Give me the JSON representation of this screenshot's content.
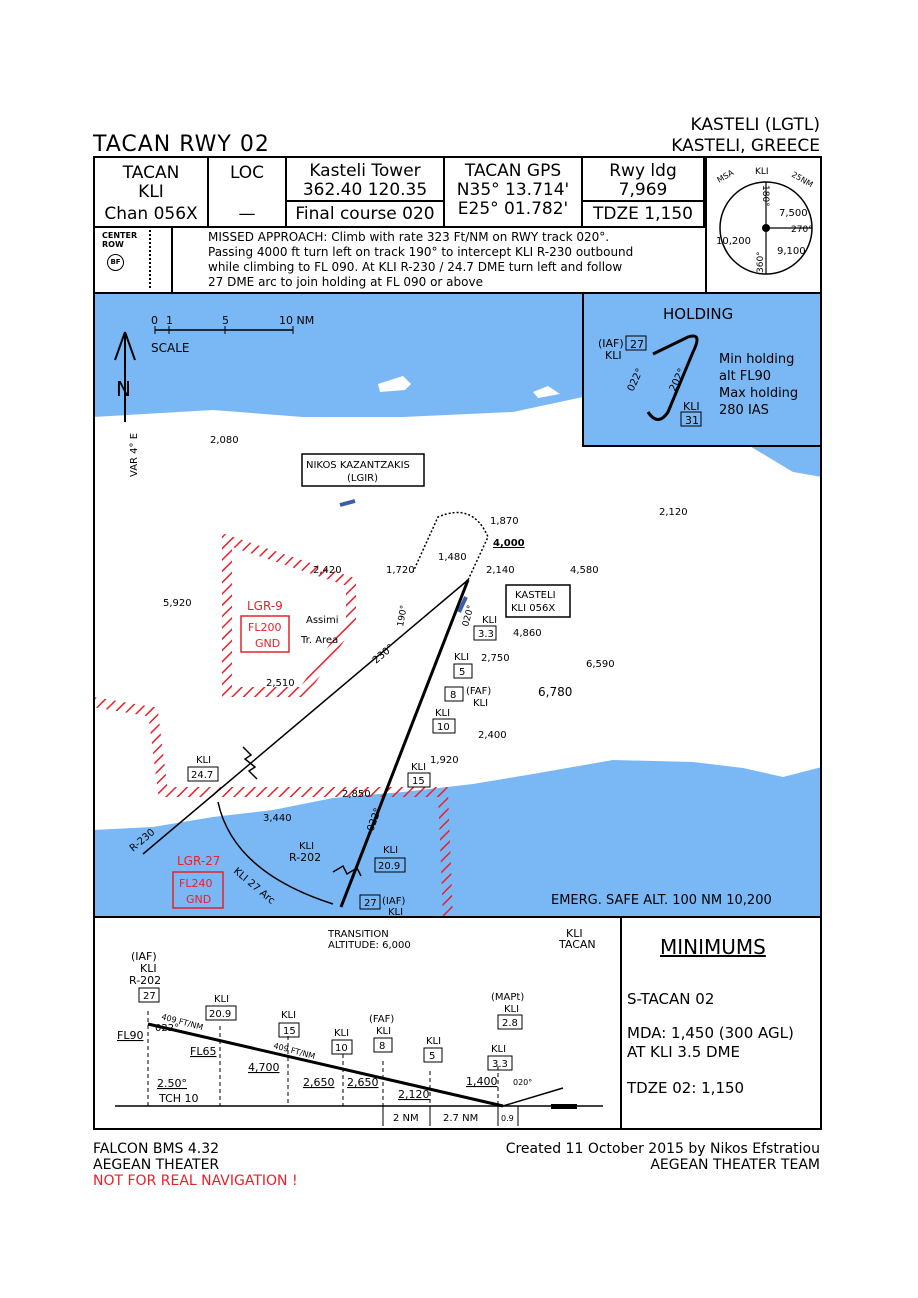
{
  "header": {
    "title": "TACAN RWY 02",
    "airport": "KASTELI (LGTL)",
    "location": "KASTELI, GREECE"
  },
  "info": {
    "nav_type": "TACAN",
    "nav_id": "KLI",
    "channel": "Chan 056X",
    "loc_label": "LOC",
    "loc_value": "—",
    "tower_name": "Kasteli Tower",
    "tower_freq": "362.40 120.35",
    "final_course": "Final course 020",
    "gps_label": "TACAN GPS",
    "gps_lat": "N35° 13.714'",
    "gps_lon": "E25° 01.782'",
    "rwy_label": "Rwy ldg",
    "rwy_length": "7,969",
    "tdze": "TDZE 1,150",
    "center_row": "CENTER\nROW",
    "bf": "BF",
    "missed_line1": "MISSED APPROACH: Climb with rate 323 Ft/NM on RWY track 020°.",
    "missed_line2": "Passing 4000 ft turn left on track 190° to intercept  KLI R-230 outbound",
    "missed_line3": "while climbing to FL 090. At KLI R-230 / 24.7 DME turn left and follow",
    "missed_line4": "27 DME arc to join holding at FL 090 or above"
  },
  "msa": {
    "label": "MSA",
    "id": "KLI",
    "radius": "25NM",
    "b180": "180°",
    "b270": "270°",
    "b360": "360°",
    "alt_ne": "7,500",
    "alt_w": "10,200",
    "alt_se": "9,100"
  },
  "map": {
    "scale_0": "0",
    "scale_1": "1",
    "scale_5": "5",
    "scale_10": "10 NM",
    "scale_label": "SCALE",
    "north": "N",
    "var": "VAR 4° E",
    "airport_box_1": "NIKOS KAZANTZAKIS",
    "airport_box_2": "(LGIR)",
    "kasteli_box_1": "KASTELI",
    "kasteli_box_2": "KLI 056X",
    "holding_title": "HOLDING",
    "holding_iaf": "(IAF)",
    "holding_kli": "KLI",
    "holding_27": "27",
    "holding_31": "31",
    "holding_022": "022°",
    "holding_202": "202°",
    "holding_txt1": "Min holding",
    "holding_txt2": "alt FL90",
    "holding_txt3": "Max holding",
    "holding_txt4": "280 IAS",
    "lgr9": "LGR-9",
    "fl200": "FL200",
    "gnd": "GND",
    "lgr27": "LGR-27",
    "fl240": "FL240",
    "assimi1": "Assimi",
    "assimi2": "Tr. Area",
    "emerg": "EMERG. SAFE ALT. 100 NM 10,200",
    "e2080": "2,080",
    "e2420": "2,420",
    "e5920": "5,920",
    "e2510": "2,510",
    "e1720": "1,720",
    "e1480": "1,480",
    "e1870": "1,870",
    "e4000": "4,000",
    "e2140": "2,140",
    "e4580": "4,580",
    "e2120": "2,120",
    "e4860": "4,860",
    "e2750": "2,750",
    "e6590": "6,590",
    "e6780": "6,780",
    "e2400": "2,400",
    "e1920": "1,920",
    "e2850": "2,850",
    "e3440": "3,440",
    "r230": "230°",
    "r230b": "R-230",
    "r190": "190°",
    "r020": "020°",
    "r022": "022°",
    "kli": "KLI",
    "d33": "3.3",
    "d5": "5",
    "d8": "8",
    "d10": "10",
    "d15": "15",
    "d209": "20.9",
    "d247": "24.7",
    "d27": "27",
    "faf": "(FAF)",
    "iaf": "(IAF)",
    "r202": "R-202",
    "arc": "KLI 27 Arc"
  },
  "profile": {
    "transition1": "TRANSITION",
    "transition2": "ALTITUDE: 6,000",
    "kli_tacan1": "KLI",
    "kli_tacan2": "TACAN",
    "iaf": "(IAF)",
    "kli": "KLI",
    "r202": "R-202",
    "d27": "27",
    "d209": "20.9",
    "d15": "15",
    "d10": "10",
    "d8": "8",
    "d5": "5",
    "d33": "3.3",
    "d28": "2.8",
    "faf": "(FAF)",
    "mapt": "(MAPt)",
    "fl90": "FL90",
    "fl65": "FL65",
    "rate1": "409 FT/NM",
    "rate2": "409 FT/NM",
    "c022": "022°",
    "c020": "020°",
    "a4700": "4,700",
    "a2650a": "2,650",
    "a2650b": "2,650",
    "a2120": "2,120",
    "a1400": "1,400",
    "gs": "2.50°",
    "tch": "TCH 10",
    "nm2": "2 NM",
    "nm27": "2.7 NM",
    "nm09": "0.9"
  },
  "minimums": {
    "title": "MINIMUMS",
    "line1": "S-TACAN 02",
    "line2": "MDA: 1,450 (300 AGL)",
    "line3": "AT KLI 3.5 DME",
    "line4": "TDZE 02: 1,150"
  },
  "footer": {
    "left1": "FALCON BMS 4.32",
    "left2": "AEGEAN THEATER",
    "left3": "NOT FOR REAL NAVIGATION !",
    "right1": "Created 11 October 2015 by Nikos Efstratiou",
    "right2": "AEGEAN THEATER TEAM"
  },
  "colors": {
    "sea": "#7ab8f5",
    "restricted": "#e8202a",
    "ink": "#000000"
  }
}
